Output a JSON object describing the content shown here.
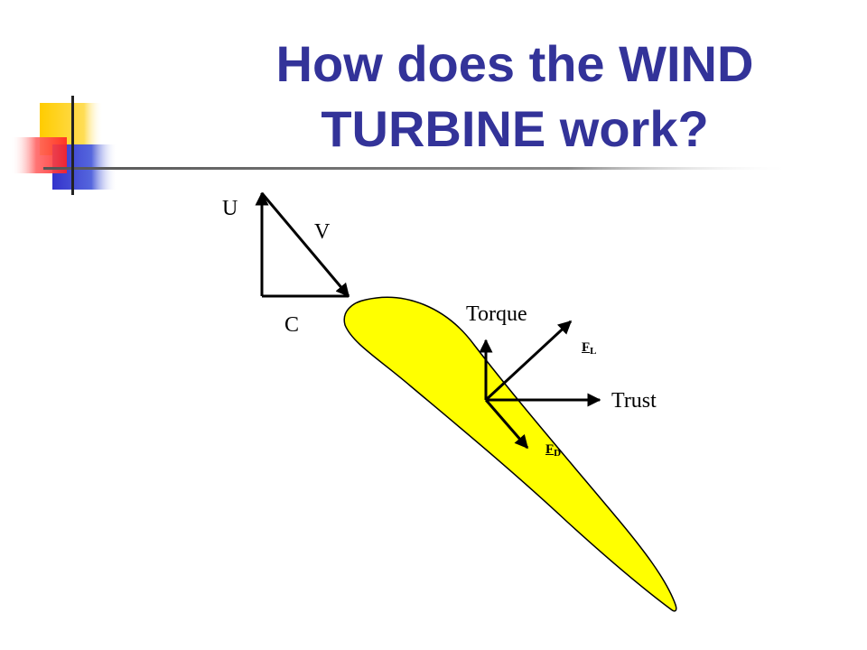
{
  "title": {
    "line1": "How does the WIND",
    "line2": "TURBINE work?"
  },
  "colors": {
    "title": "#333399",
    "blade_fill": "#ffff00",
    "deco_yellow": "#ffcc00",
    "deco_red": "#ff3333",
    "deco_blue": "#3333cc"
  },
  "velocity_triangle": {
    "u_label": "U",
    "v_label": "V",
    "c_label": "C"
  },
  "forces": {
    "torque_label": "Torque",
    "trust_label": "Trust",
    "lift": {
      "symbol": "F",
      "subscript": "L"
    },
    "drag": {
      "symbol": "F",
      "subscript": "D"
    }
  }
}
